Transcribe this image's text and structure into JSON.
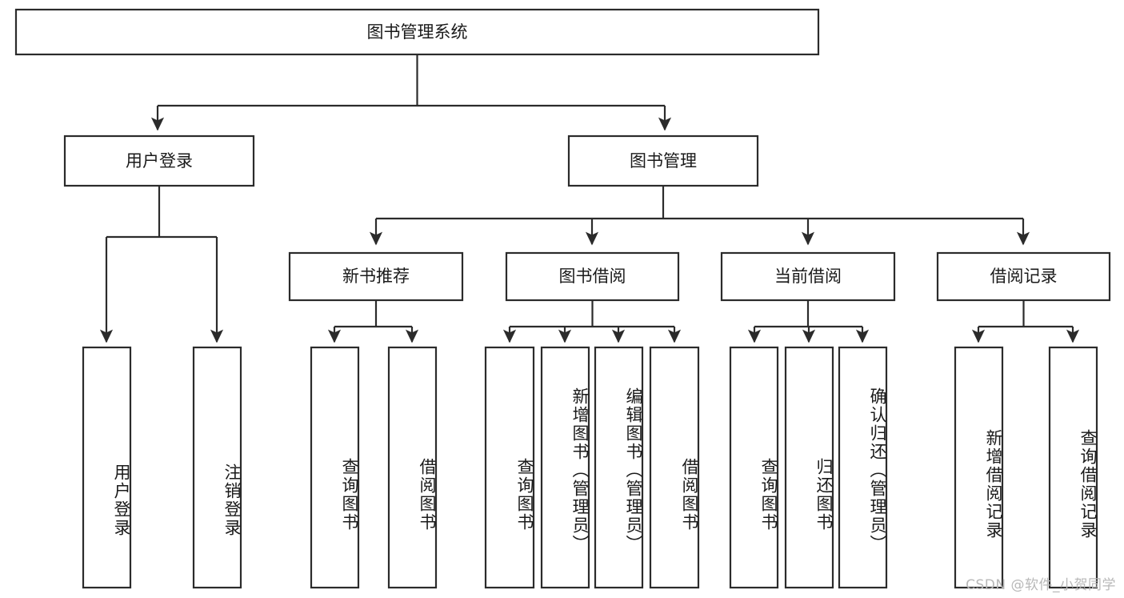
{
  "diagram": {
    "type": "hierarchy-tree",
    "title": "图书管理系统",
    "watermark": "CSDN @软件_小贺同学",
    "colors": {
      "stroke": "#2b2b2b",
      "fill": "#ffffff",
      "text": "#1a1a1a",
      "watermark": "#b8b8b8"
    },
    "root": {
      "label": "图书管理系统"
    },
    "level2": [
      {
        "label": "用户登录"
      },
      {
        "label": "图书管理"
      }
    ],
    "level3": [
      {
        "label": "新书推荐"
      },
      {
        "label": "图书借阅"
      },
      {
        "label": "当前借阅"
      },
      {
        "label": "借阅记录"
      }
    ],
    "leaves": {
      "user_login": [
        {
          "label": "用户登录"
        },
        {
          "label": "注销登录"
        }
      ],
      "new_book_recommend": [
        {
          "label": "查询图书"
        },
        {
          "label": "借阅图书"
        }
      ],
      "book_borrow": [
        {
          "label": "查询图书"
        },
        {
          "label": "新增图书（管理员）"
        },
        {
          "label": "编辑图书（管理员）"
        },
        {
          "label": "借阅图书"
        }
      ],
      "current_borrow": [
        {
          "label": "查询图书"
        },
        {
          "label": "归还图书"
        },
        {
          "label": "确认归还（管理员）"
        }
      ],
      "borrow_record": [
        {
          "label": "新增借阅记录"
        },
        {
          "label": "查询借阅记录"
        }
      ]
    }
  }
}
